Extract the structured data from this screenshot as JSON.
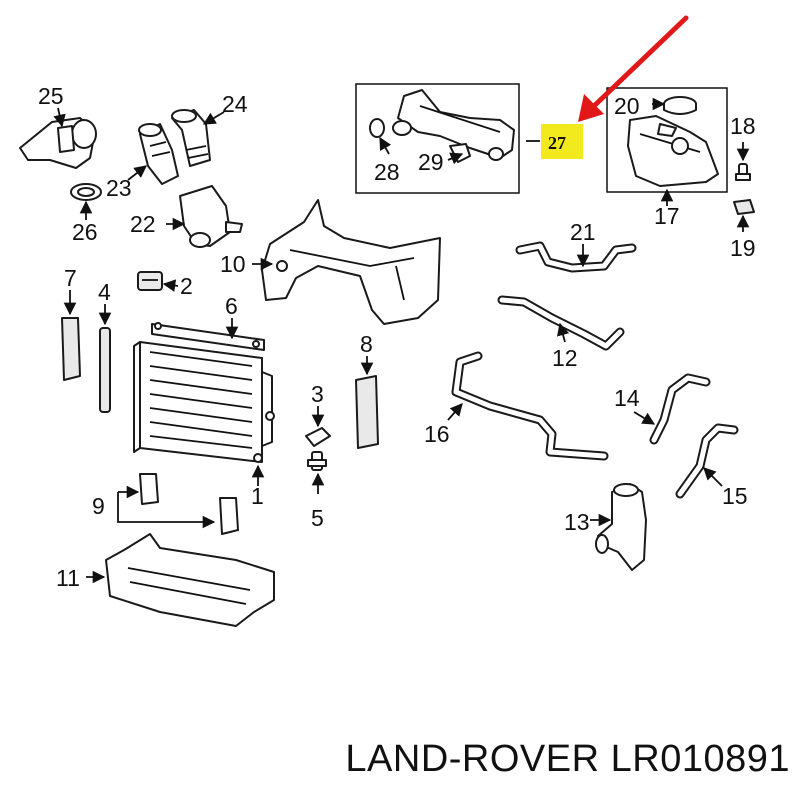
{
  "callouts": {
    "c1": "1",
    "c2": "2",
    "c3": "3",
    "c4": "4",
    "c5": "5",
    "c6": "6",
    "c7": "7",
    "c8": "8",
    "c9": "9",
    "c10": "10",
    "c11": "11",
    "c12": "12",
    "c13": "13",
    "c14": "14",
    "c15": "15",
    "c16": "16",
    "c17": "17",
    "c18": "18",
    "c19": "19",
    "c20": "20",
    "c21": "21",
    "c22": "22",
    "c23": "23",
    "c24": "24",
    "c25": "25",
    "c26": "26",
    "c27": "27",
    "c28": "28",
    "c29": "29"
  },
  "caption": "LAND-ROVER LR010891",
  "colors": {
    "highlight": "#f2ea1c",
    "pointer_arrow": "#e01818",
    "lines": "#111111"
  }
}
